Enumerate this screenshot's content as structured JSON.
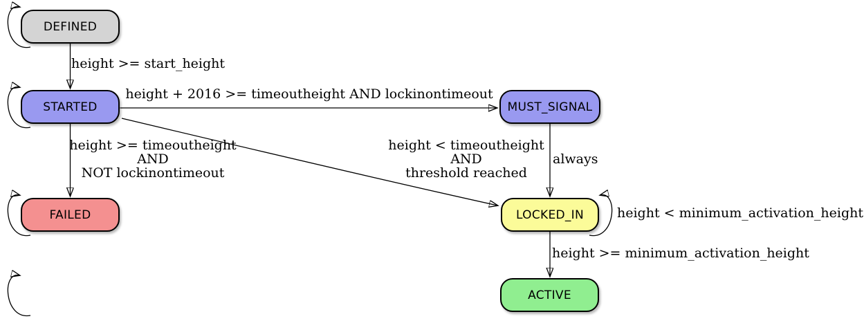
{
  "diagram": {
    "background": "#ffffff",
    "edge_color": "#000000",
    "nodes": {
      "defined": {
        "label": "DEFINED",
        "fill": "#d4d4d4",
        "has_self_loop": true
      },
      "started": {
        "label": "STARTED",
        "fill": "#9999f0",
        "has_self_loop": true
      },
      "failed": {
        "label": "FAILED",
        "fill": "#f49090",
        "has_self_loop": true
      },
      "must_signal": {
        "label": "MUST_SIGNAL",
        "fill": "#9999f0",
        "has_self_loop": false
      },
      "locked_in": {
        "label": "LOCKED_IN",
        "fill": "#fbfb99",
        "has_self_loop": true
      },
      "active": {
        "label": "ACTIVE",
        "fill": "#90ee90",
        "has_self_loop": true
      }
    },
    "edges": {
      "defined_to_started": {
        "from": "DEFINED",
        "to": "STARTED",
        "label": "height >= start_height"
      },
      "started_to_must_signal": {
        "from": "STARTED",
        "to": "MUST_SIGNAL",
        "label": "height + 2016 >= timeoutheight AND lockinontimeout"
      },
      "started_to_failed": {
        "from": "STARTED",
        "to": "FAILED",
        "label": "height >= timeoutheight\nAND\nNOT lockinontimeout"
      },
      "started_to_locked_in": {
        "from": "STARTED",
        "to": "LOCKED_IN",
        "label": "height < timeoutheight\nAND\nthreshold reached"
      },
      "must_signal_to_locked_in": {
        "from": "MUST_SIGNAL",
        "to": "LOCKED_IN",
        "label": "always"
      },
      "locked_in_self_loop": {
        "from": "LOCKED_IN",
        "to": "LOCKED_IN",
        "label": "height < minimum_activation_height"
      },
      "locked_in_to_active": {
        "from": "LOCKED_IN",
        "to": "ACTIVE",
        "label": "height >= minimum_activation_height"
      }
    }
  }
}
